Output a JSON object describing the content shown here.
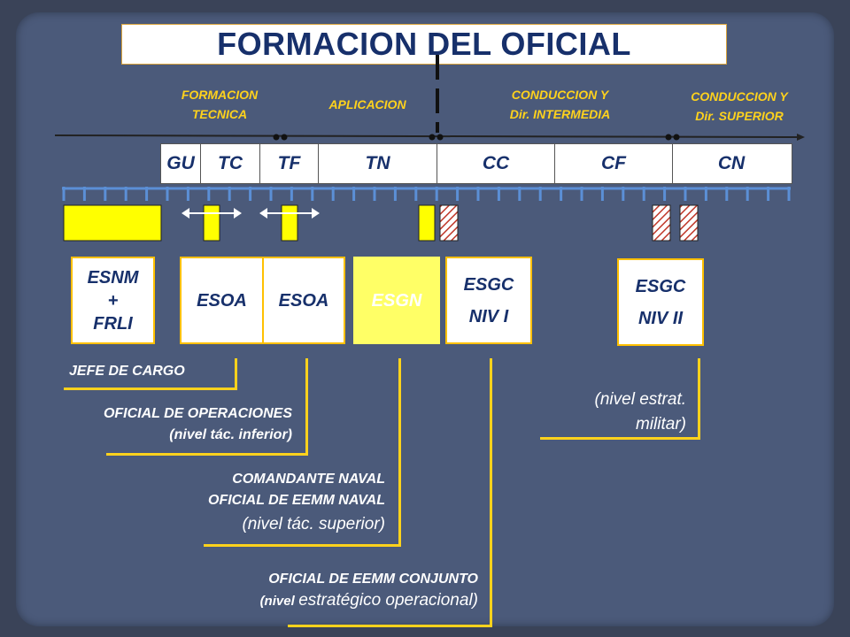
{
  "title": "FORMACION DEL OFICIAL",
  "phases": {
    "formacion_tecnica": [
      "FORMACION",
      "TECNICA"
    ],
    "aplicacion": "APLICACION",
    "conduccion_intermedia": [
      "CONDUCCION Y",
      "Dir. INTERMEDIA"
    ],
    "conduccion_superior": [
      "CONDUCCION Y",
      "Dir. SUPERIOR"
    ]
  },
  "ranks": [
    "GU",
    "TC",
    "TF",
    "TN",
    "CC",
    "CF",
    "CN"
  ],
  "schools": {
    "esnm": [
      "ESNM",
      "+",
      "FRLI"
    ],
    "esoa_1": "ESOA",
    "esoa_2": "ESOA",
    "esgn": "ESGN",
    "esgc_1": [
      "ESGC",
      "NIV I"
    ],
    "esgc_2": [
      "ESGC",
      "NIV II"
    ]
  },
  "roles": {
    "jefe_cargo": "JEFE DE CARGO",
    "oficial_operaciones": "OFICIAL DE OPERACIONES",
    "nivel_tac_inferior": "(nivel tác. inferior)",
    "comandante_naval": "COMANDANTE NAVAL",
    "oficial_eemm_naval": "OFICIAL DE EEMM NAVAL",
    "nivel_tac_superior": "(nivel tác. superior)",
    "oficial_eemm_conjunto": "OFICIAL DE EEMM CONJUNTO",
    "nivel_word": "(nivel",
    "estrategico_operacional": "estratégico operacional)",
    "nivel_estrat": "(nivel estrat.",
    "militar": "militar)"
  },
  "colors": {
    "background": "#3a4358",
    "panel": "#4b5a7a",
    "title_text": "#17306b",
    "accent_yellow": "#ffd21c",
    "bar_yellow": "#ffff00",
    "hatch_red": "#c0392b",
    "tick_blue": "#5b8fd6"
  }
}
